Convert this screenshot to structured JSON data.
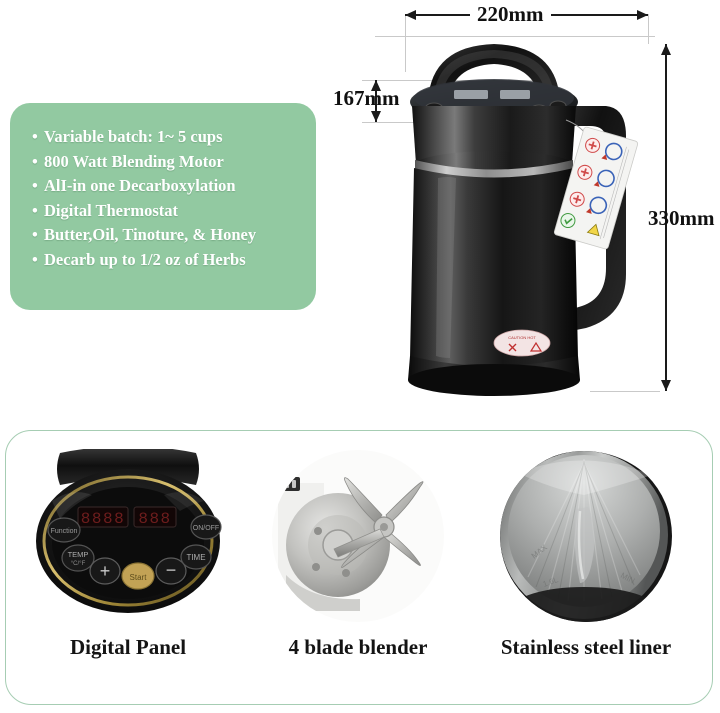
{
  "page": {
    "background_color": "#ffffff",
    "accent_green": "#92c9a1",
    "card_border_color": "#a6cdb3"
  },
  "features": {
    "bullet_glyph": "•",
    "items": [
      "Variable batch: 1~ 5 cups",
      "800 Watt Blending Motor",
      "AlI-in one Decarboxylation",
      "Digital Thermostat",
      "Butter,Oil, Tinoture, & Honey",
      "Decarb up to 1/2 oz of Herbs"
    ]
  },
  "dimensions": {
    "width_label": "220mm",
    "depth_label": "167mm",
    "height_label": "330mm"
  },
  "product": {
    "name": "black-blender-appliance",
    "body_color": "#151515",
    "accent_color": "#2a2a2a",
    "display_led_color": "#5a1414",
    "start_button_color": "#c8a24e"
  },
  "bottom_features": [
    {
      "id": "digital-panel",
      "label": "Digital Panel",
      "controls": [
        "Function",
        "TEMP °C/°F",
        "+",
        "Start",
        "−",
        "TIME",
        "ON/OFF"
      ],
      "display_left": "8888",
      "display_right": "888"
    },
    {
      "id": "blade-blender",
      "label": "4 blade blender"
    },
    {
      "id": "stainless-liner",
      "label": "Stainless steel liner"
    }
  ]
}
